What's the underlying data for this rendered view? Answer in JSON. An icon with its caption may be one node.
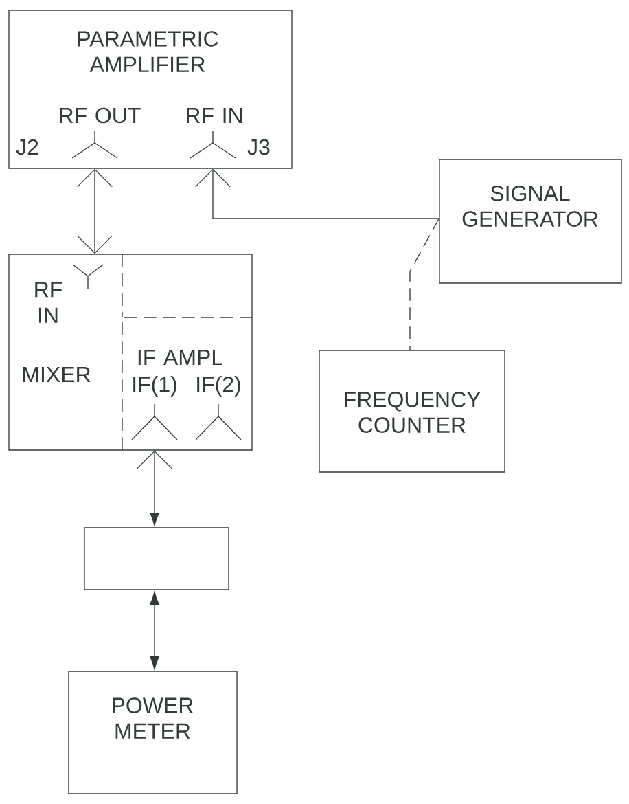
{
  "diagram": {
    "nodes": [
      {
        "text": [
          "PARAMETRIC AMPLIFIER",
          "RF OUT",
          "J2",
          "RF IN",
          "J3"
        ]
      },
      {
        "text": [
          "RF IN",
          "MIXER"
        ]
      },
      {
        "text": [
          "IF AMPL",
          "IF(1)",
          "IF(2)"
        ],
        "in": 1
      },
      {
        "text": [
          "SIGNAL GENERATOR"
        ]
      },
      {
        "text": [
          "FREQUENCY COUNTER"
        ]
      },
      {
        "text": [],
        "shape": "box"
      },
      {
        "text": [
          "POWER METER"
        ]
      }
    ],
    "edges": [
      {
        "from": 0,
        "to": 1,
        "arrow": "both"
      },
      {
        "from": 3,
        "to": 0,
        "arrow": "to"
      },
      {
        "from": 3,
        "to": 4,
        "arrow": "none",
        "style": "dashed"
      },
      {
        "from": 2,
        "to": 5,
        "arrow": "both"
      },
      {
        "from": 5,
        "to": 6,
        "arrow": "both"
      }
    ]
  }
}
